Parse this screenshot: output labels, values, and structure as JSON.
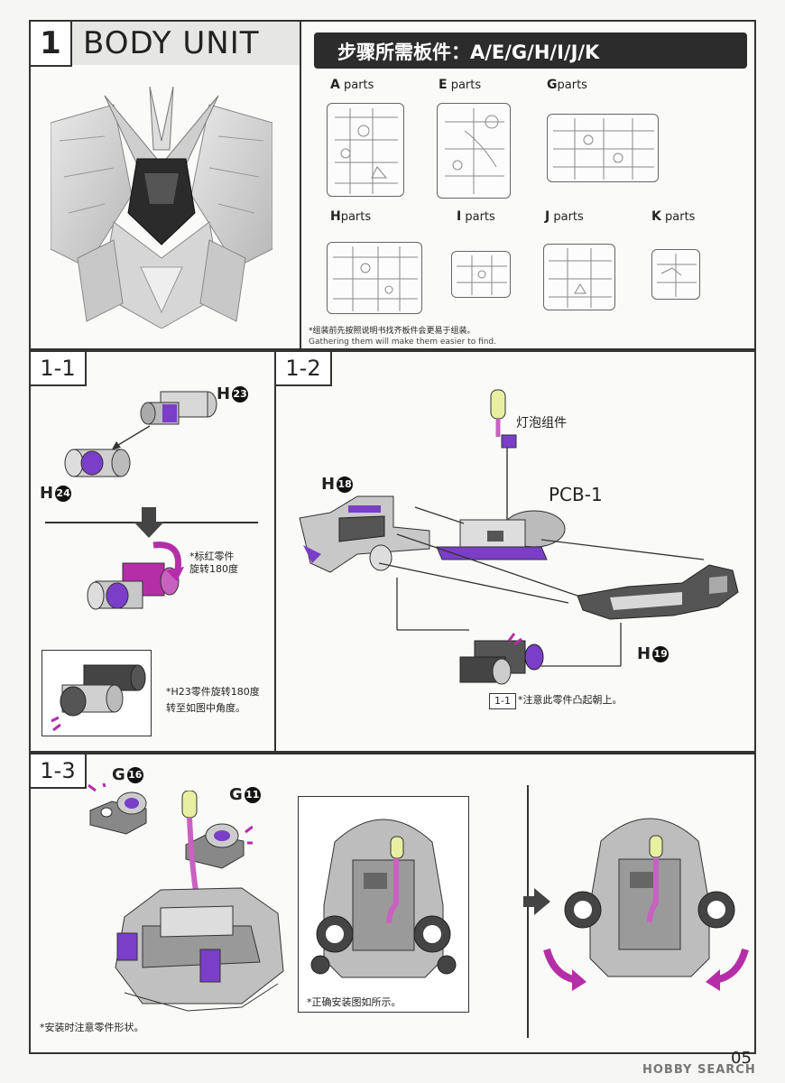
{
  "step": {
    "number": "1",
    "title": "BODY UNIT",
    "parts_banner": "步骤所需板件：A/E/G/H/I/J/K",
    "parts": [
      {
        "letter": "A",
        "label": "parts"
      },
      {
        "letter": "E",
        "label": "parts"
      },
      {
        "letter": "G",
        "label": "parts"
      },
      {
        "letter": "H",
        "label": "parts"
      },
      {
        "letter": "I",
        "label": "parts"
      },
      {
        "letter": "J",
        "label": "parts"
      },
      {
        "letter": "K",
        "label": "parts"
      }
    ],
    "gather_note_cn": "*组装前先按照说明书找齐板件会更易于组装。",
    "gather_note_en": "Gathering them will make them easier to find."
  },
  "sub_1_1": {
    "label": "1-1",
    "part_h23": "H",
    "part_h23_num": "23",
    "part_h24": "H",
    "part_h24_num": "24",
    "rotate_note_l1": "*标红零件",
    "rotate_note_l2": "旋转180度",
    "angle_note_l1": "*H23零件旋转180度",
    "angle_note_l2": "转至如图中角度。"
  },
  "sub_1_2": {
    "label": "1-2",
    "bulb_label": "灯泡组件",
    "pcb_label": "PCB-1",
    "part_h18": "H",
    "part_h18_num": "18",
    "part_h19": "H",
    "part_h19_num": "19",
    "ref_box": "1-1",
    "ref_note": "*注意此零件凸起朝上。"
  },
  "sub_1_3": {
    "label": "1-3",
    "part_g16": "G",
    "part_g16_num": "16",
    "part_g11": "G",
    "part_g11_num": "11",
    "shape_note": "*安装时注意零件形状。",
    "correct_note": "*正确安装图如所示。"
  },
  "footer": {
    "page_number": "05",
    "watermark": "HOBBY SEARCH"
  },
  "colors": {
    "accent": "#b52ea8",
    "purple": "#7a3ec8",
    "bulb": "#e6f0a0",
    "banner": "#2c2c2c",
    "line": "#333333"
  }
}
